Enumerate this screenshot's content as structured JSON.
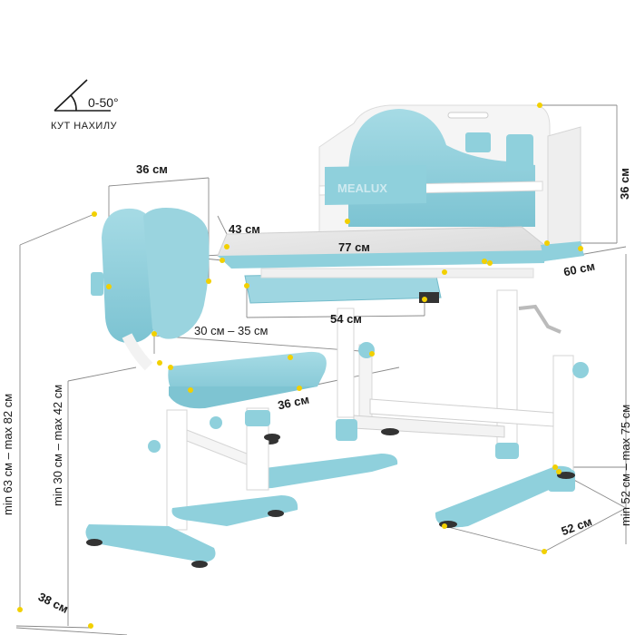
{
  "tilt": {
    "range": "0-50°",
    "label": "КУТ НАХИЛУ"
  },
  "brand": "MEALUX",
  "dimensions": {
    "chair_back_width": "36 см",
    "desk_depth": "43 см",
    "desk_width": "77 см",
    "desk_side_depth": "60 см",
    "shelf_height": "36 см",
    "drawer_width": "54 см",
    "seat_width": "30 см – 35 см",
    "seat_depth": "36 см",
    "chair_total_height": "min 63 см – max 82 см",
    "seat_height": "min 30 см – max 42 см",
    "desk_height": "min 52 см – max 75 см",
    "chair_base": "38 см",
    "desk_base": "52 см"
  },
  "colors": {
    "accent": "#8fd0dc",
    "accent_dark": "#5fb6c7",
    "white_frame": "#f4f4f4",
    "tabletop": "#e6e6e6",
    "guide": "#888888",
    "marker": "#f2d000"
  }
}
